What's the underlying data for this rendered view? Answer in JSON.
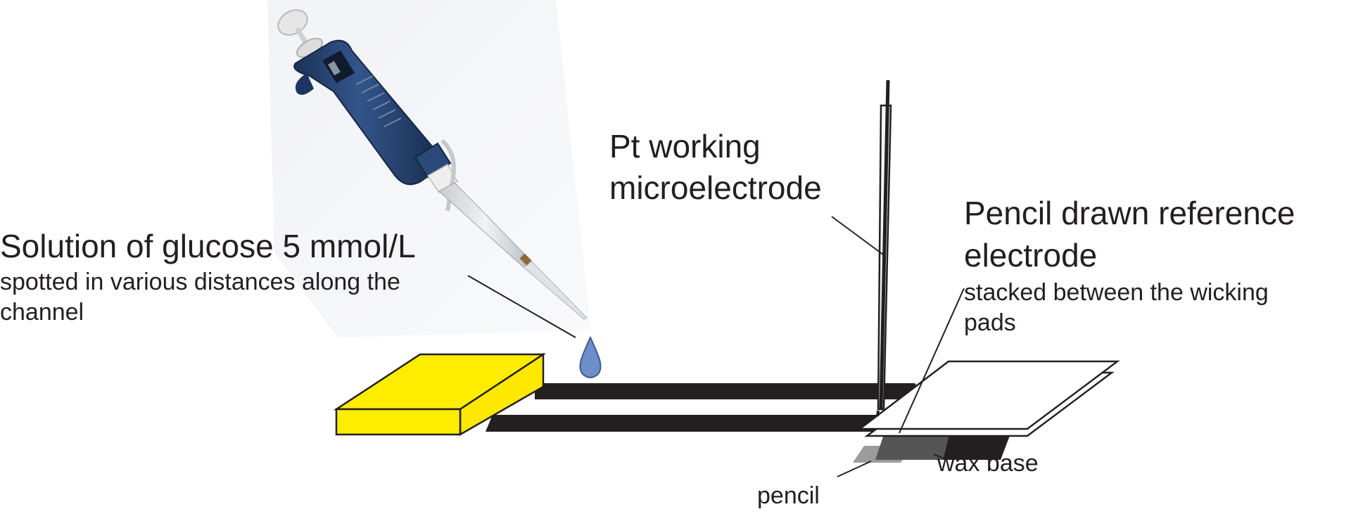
{
  "labels": {
    "glucose_title": "Solution of glucose 5 mmol/L",
    "glucose_sub_line1": "spotted in various distances along the",
    "glucose_sub_line2": "channel",
    "pt_line1": "Pt working",
    "pt_line2": "microelectrode",
    "ref_line1": "Pencil drawn reference",
    "ref_line2": "electrode",
    "ref_sub_line1": "stacked between the wicking",
    "ref_sub_line2": "pads",
    "wax": "wax base",
    "pencil": "pencil"
  },
  "colors": {
    "sample_pad": "#ffed00",
    "drop": "#6d8ec8",
    "pipette_body": "#24406b",
    "channel": "#231f20",
    "text": "#231f20"
  },
  "icons": {
    "pipette": "micropipette-icon",
    "drop": "water-drop-icon"
  }
}
